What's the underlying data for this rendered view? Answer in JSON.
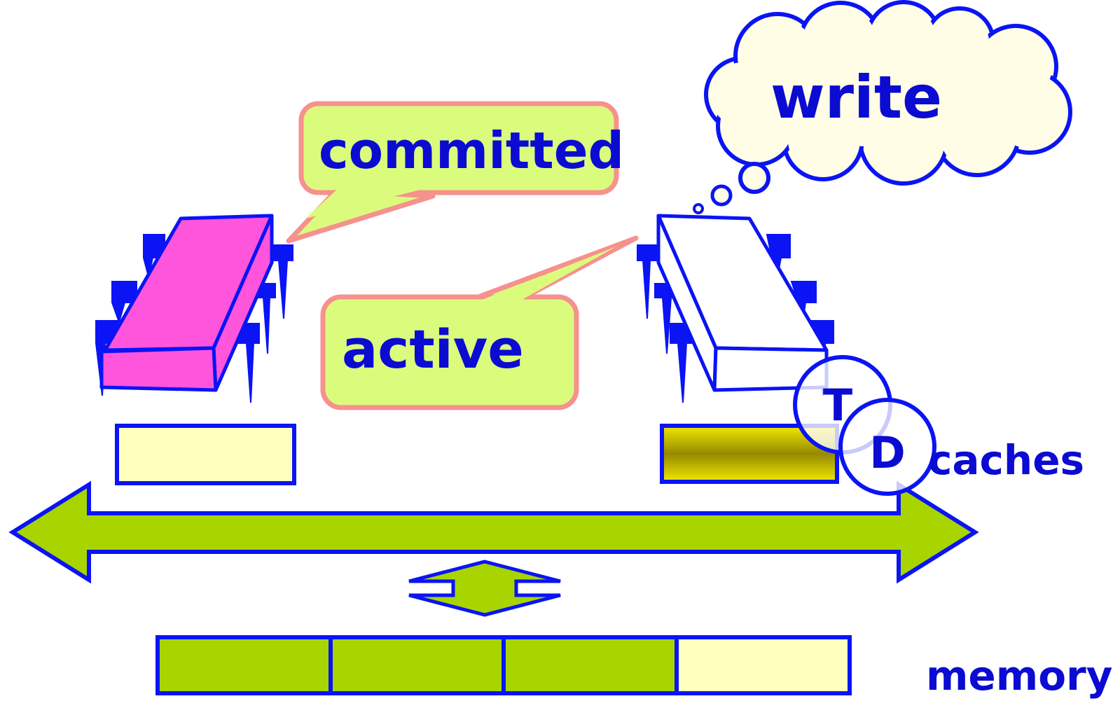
{
  "labels": {
    "committed": "committed",
    "active": "active",
    "write": "write",
    "caches": "caches",
    "memory": "memory",
    "t_bit": "T",
    "d_bit": "D"
  },
  "colors": {
    "outline_blue": "#0a14f5",
    "text_blue": "#0b0bd2",
    "committed_chip_fill": "#ff55dd",
    "active_chip_fill": "#ffffff",
    "callout_fill": "#dbfb7d",
    "callout_border": "#f6918d",
    "bus_green": "#a8d400",
    "cache_light": "#ffffbe",
    "cache_olive_edge": "#e8e000",
    "cache_olive_mid": "#958a00",
    "cloud_fill": "#fffde6"
  },
  "memory": {
    "cells": [
      {
        "state": "green"
      },
      {
        "state": "green"
      },
      {
        "state": "green"
      },
      {
        "state": "light"
      }
    ]
  }
}
